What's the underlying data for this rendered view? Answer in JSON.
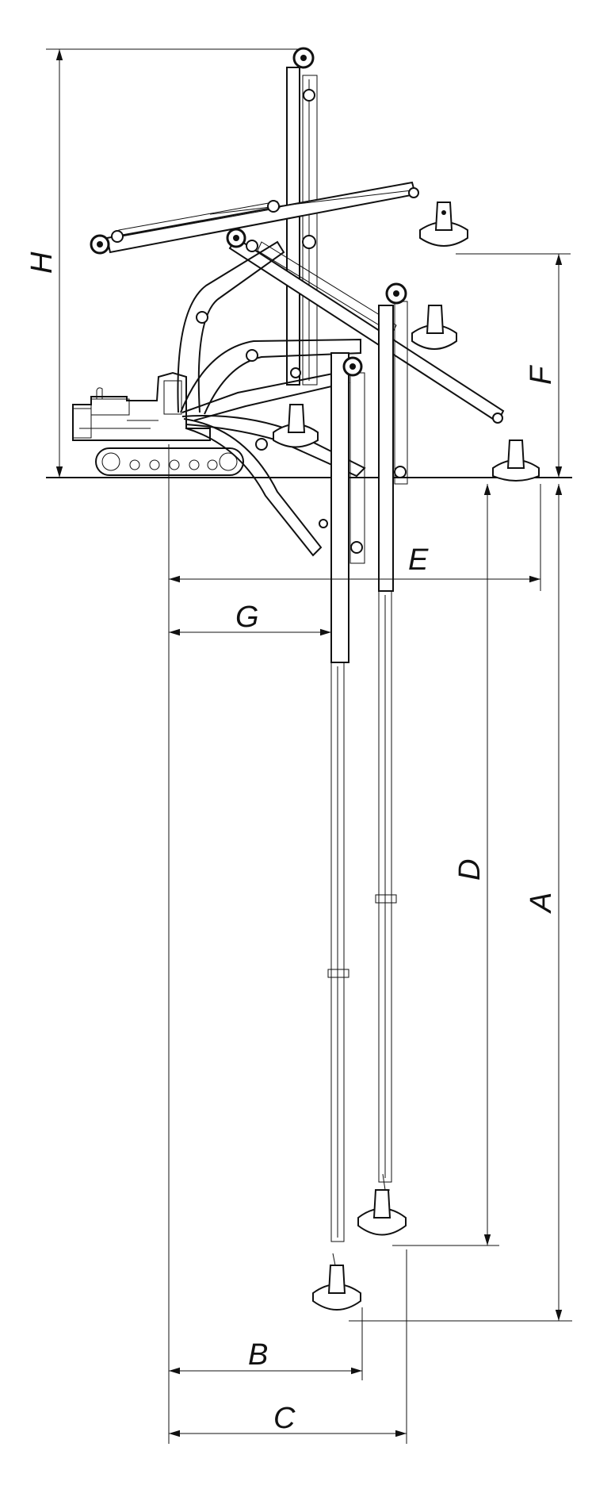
{
  "figure": {
    "labels": {
      "H": "H",
      "F": "F",
      "E": "E",
      "G": "G",
      "D": "D",
      "A": "A",
      "B": "B",
      "C": "C"
    }
  }
}
